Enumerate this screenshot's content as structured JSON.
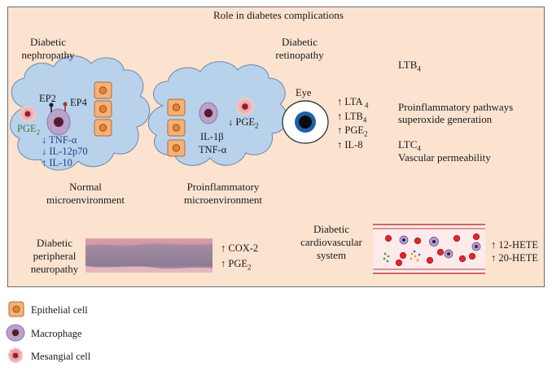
{
  "title": "Role in diabetes complications",
  "nephropathy": {
    "heading_line1": "Diabetic",
    "heading_line2": "nephropathy",
    "ep2": "EP2",
    "ep4": "EP4",
    "pge2": "PGE",
    "pge2_sub": "2",
    "cyto1": "↓ TNF-α",
    "cyto2": "↓ IL-12p70",
    "cyto3": "↑ IL-10",
    "caption_line1": "Normal",
    "caption_line2": "microenvironment"
  },
  "proinflammatory": {
    "pge2": "↓ PGE",
    "pge2_sub": "2",
    "il1b": "IL-1β",
    "tnfa": "TNF-α",
    "caption_line1": "Proinflammatory",
    "caption_line2": "microenvironment"
  },
  "retinopathy": {
    "heading_line1": "Diabetic",
    "heading_line2": "retinopathy",
    "eye_label": "Eye",
    "markers": [
      {
        "text": "↑ LTA",
        "sub": "4"
      },
      {
        "text": "↑ LTB",
        "sub": "4"
      },
      {
        "text": "↑ PGE",
        "sub": "2"
      },
      {
        "text": "↑ IL-8",
        "sub": ""
      }
    ],
    "ltb4": "LTB",
    "ltb4_sub": "4",
    "ltb4_desc1": "Proinflammatory pathways",
    "ltb4_desc2": "superoxide generation",
    "ltc4": "LTC",
    "ltc4_sub": "4",
    "ltc4_desc": "Vascular permeability"
  },
  "neuropathy": {
    "heading_line1": "Diabetic",
    "heading_line2": "peripheral",
    "heading_line3": "neuropathy",
    "marker1": "↑ COX-2",
    "marker2": "↑ PGE",
    "marker2_sub": "2"
  },
  "cardiovascular": {
    "heading_line1": "Diabetic",
    "heading_line2": "cardiovascular",
    "heading_line3": "system",
    "marker1": "↑ 12-HETE",
    "marker2": "↑ 20-HETE"
  },
  "legend": [
    {
      "label": "Epithelial cell",
      "icon": "epithelial-cell-icon"
    },
    {
      "label": "Macrophage",
      "icon": "macrophage-icon"
    },
    {
      "label": "Mesangial cell",
      "icon": "mesangial-cell-icon"
    }
  ],
  "colors": {
    "panel": "#fbe3d0",
    "cloud": "#b9d2ec",
    "epithelial_fill": "#f4b27a",
    "epithelial_nucleus": "#e9822e",
    "macrophage": "#b7a3cc",
    "macrophage_nucleus": "#5a1a2e",
    "mesangial": "#f3b8b8",
    "eye_iris": "#1f5fa8"
  }
}
